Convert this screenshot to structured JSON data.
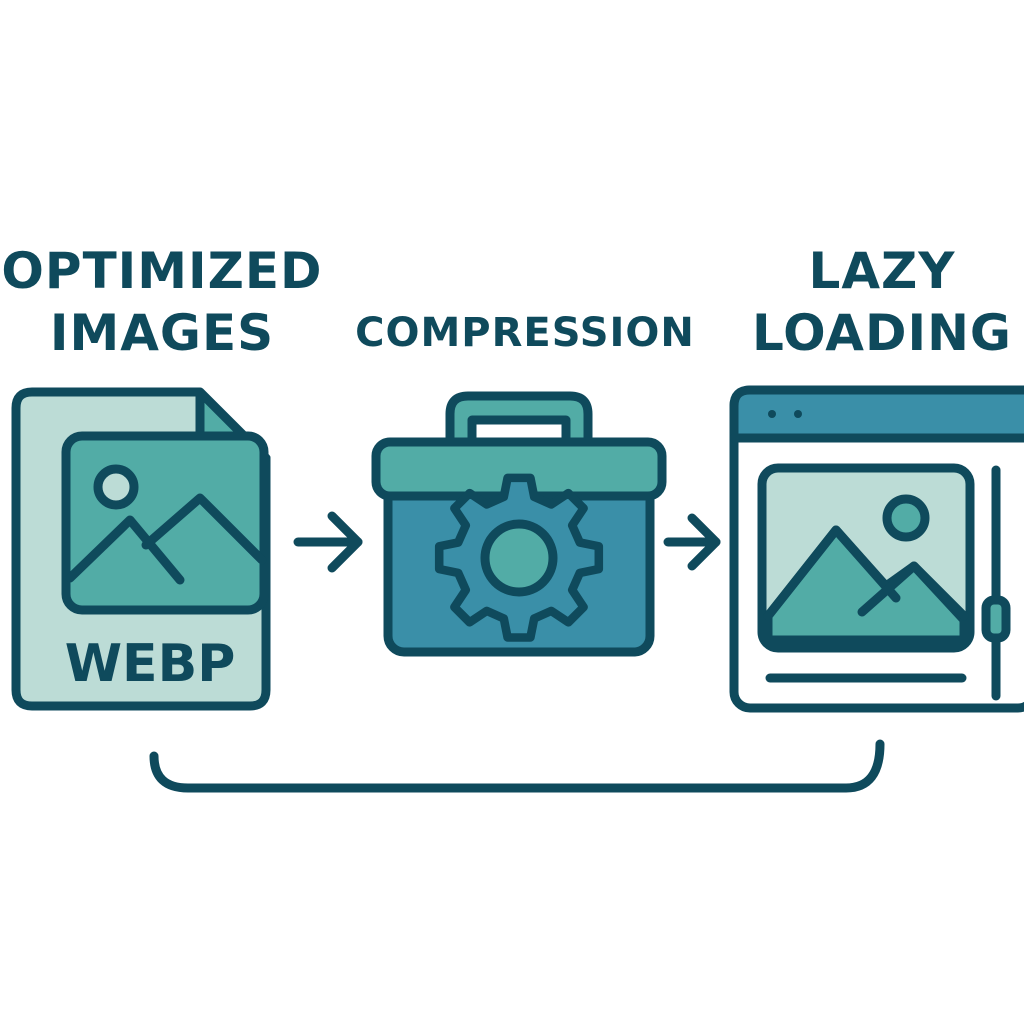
{
  "steps": [
    {
      "id": "optimized-images",
      "label_lines": [
        "OPTIMIZED",
        "IMAGES"
      ],
      "icon": "image-file-icon",
      "badge": "WEBP"
    },
    {
      "id": "compression",
      "label_lines": [
        "COMPRESSION"
      ],
      "icon": "toolbox-gear-icon"
    },
    {
      "id": "lazy-loading",
      "label_lines": [
        "LAZY",
        "LOADING"
      ],
      "icon": "browser-window-image-icon"
    }
  ],
  "colors": {
    "outline": "#0f4a5c",
    "teal_light": "#bcdcd6",
    "teal_mid": "#52aca6",
    "teal_dark": "#3a8fa8",
    "background": "#ffffff"
  }
}
